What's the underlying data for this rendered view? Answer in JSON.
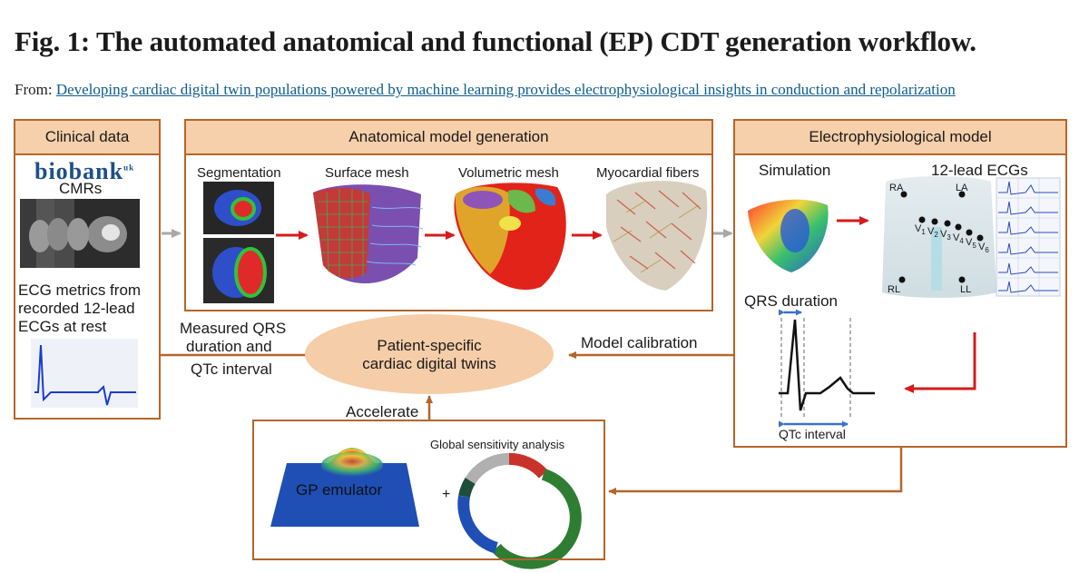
{
  "title": "Fig. 1: The automated anatomical and functional (EP) CDT generation workflow.",
  "from_prefix": "From:",
  "from_link": "Developing cardiac digital twin populations powered by machine learning provides electrophysiological insights in conduction and repolarization",
  "clinical": {
    "header": "Clinical data",
    "biobank": "biobank",
    "biobank_uk": "uk",
    "cmrs": "CMRs",
    "ecg_metrics": [
      "ECG metrics from",
      "recorded 12-lead",
      "ECGs at rest"
    ]
  },
  "anatomical": {
    "header": "Anatomical model generation",
    "steps": [
      "Segmentation",
      "Surface mesh",
      "Volumetric mesh",
      "Myocardial fibers"
    ]
  },
  "ep": {
    "header": "Electrophysiological model",
    "simulation": "Simulation",
    "ecgs": "12-lead ECGs",
    "electrodes": [
      "RA",
      "LA",
      "RL",
      "LL"
    ],
    "precordial": [
      "V1",
      "V2",
      "V3",
      "V4",
      "V5",
      "V6"
    ],
    "qrs_duration": "QRS duration",
    "qtc_interval": "QTc interval"
  },
  "center": {
    "twins": [
      "Patient-specific",
      "cardiac digital twins"
    ],
    "measured": [
      "Measured QRS",
      "duration and",
      "QTc interval"
    ],
    "calibration": "Model calibration",
    "accelerate": "Accelerate"
  },
  "bottom": {
    "gp": "GP emulator",
    "plus": "+",
    "gsa": "Global sensitivity analysis"
  },
  "colors": {
    "frame": "#b5652a",
    "header_fill": "#f6cfab",
    "ellipse_fill": "#f5cda8",
    "red_arrow": "#d41c1c",
    "grey_arrow": "#a8a8a8",
    "link": "#0e5c8e"
  }
}
